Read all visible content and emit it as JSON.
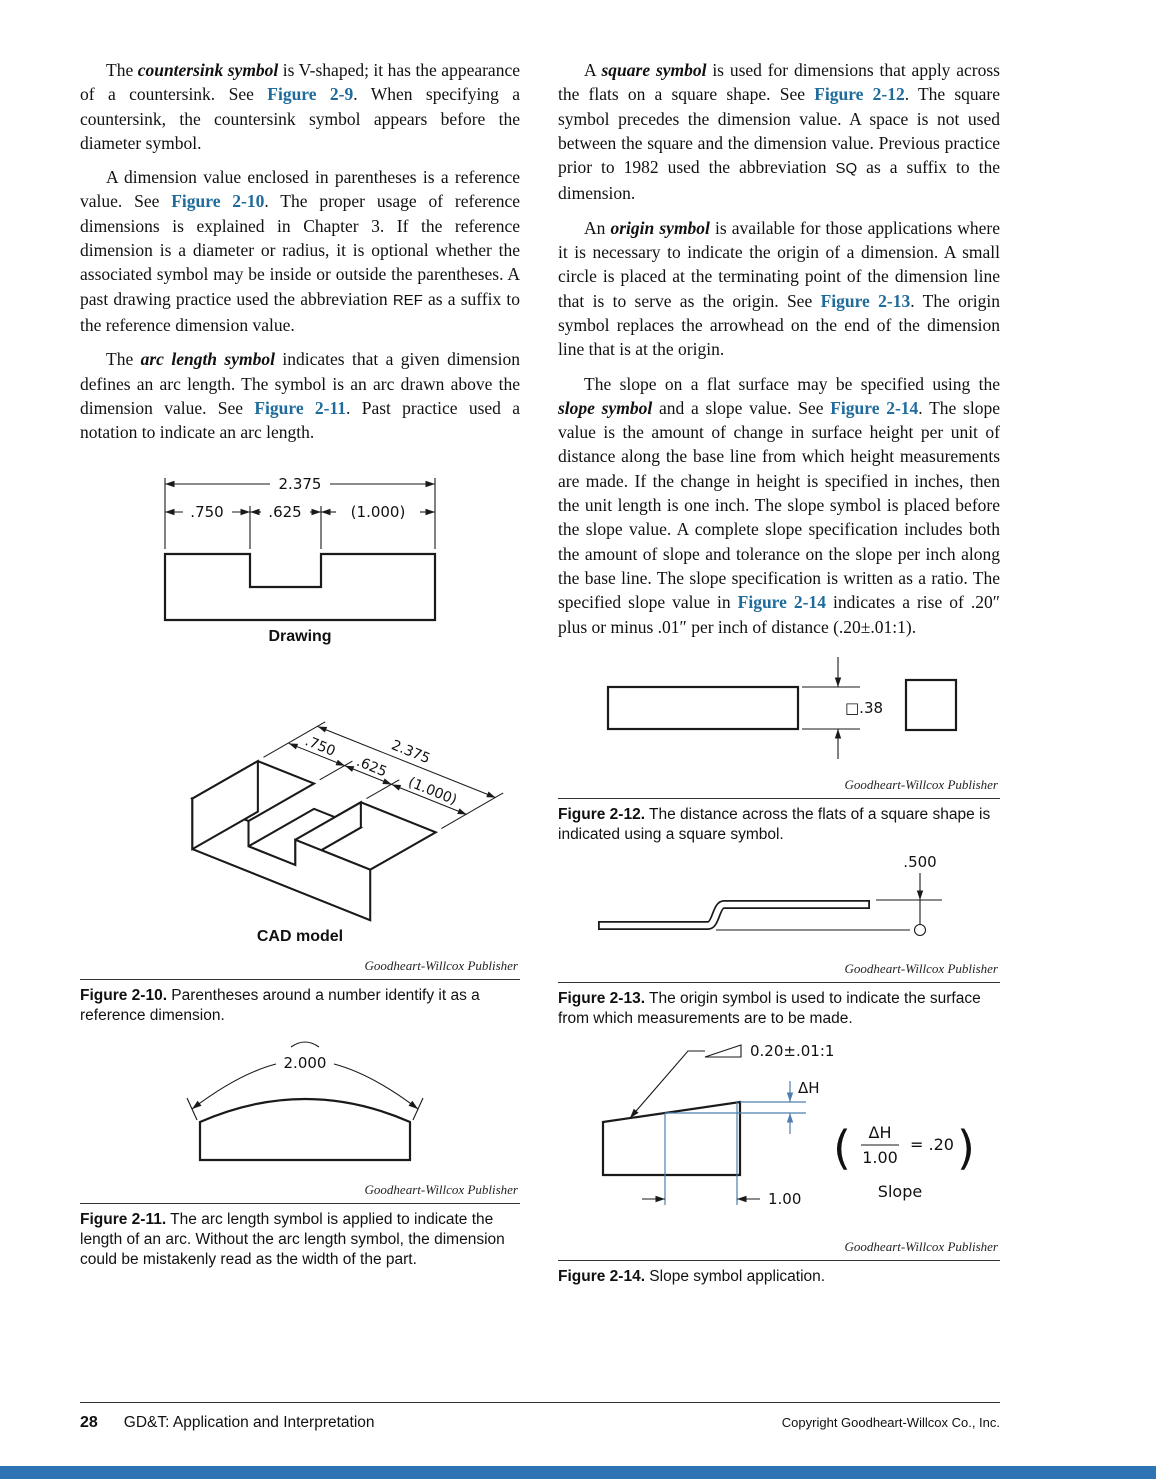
{
  "left_column": {
    "para_countersink": [
      {
        "t": "The "
      },
      {
        "t": "countersink symbol",
        "s": "bi"
      },
      {
        "t": " is V-shaped; it has the appearance of a countersink. See "
      },
      {
        "t": "Figure 2-9",
        "s": "ref"
      },
      {
        "t": ". When specifying a countersink, the countersink symbol appears before the diameter symbol."
      }
    ],
    "para_reference": [
      {
        "t": "A dimension value enclosed in parentheses is a reference value. See "
      },
      {
        "t": "Figure 2-10",
        "s": "ref"
      },
      {
        "t": ". The proper usage of reference dimensions is explained in Chapter 3. If the reference dimension is a diameter or radius, it is optional whether the associated symbol may be inside or outside the parentheses. A past drawing practice used the abbreviation "
      },
      {
        "t": "REF",
        "s": "sans"
      },
      {
        "t": " as a suffix to the reference dimension value."
      }
    ],
    "para_arc_length": [
      {
        "t": "The "
      },
      {
        "t": "arc length symbol",
        "s": "bi"
      },
      {
        "t": " indicates that a given dimension defines an arc length. The symbol is an arc drawn above the dimension value. See "
      },
      {
        "t": "Figure 2-11",
        "s": "ref"
      },
      {
        "t": ". Past practice used a notation to indicate an arc length."
      }
    ]
  },
  "right_column": {
    "para_square": [
      {
        "t": "A "
      },
      {
        "t": "square symbol",
        "s": "bi"
      },
      {
        "t": " is used for dimensions that apply across the flats on a square shape. See "
      },
      {
        "t": "Figure 2-12",
        "s": "ref"
      },
      {
        "t": ". The square symbol precedes the dimension value. A space is not used between the square and the dimension value. Previous practice prior to 1982 used the abbreviation "
      },
      {
        "t": "SQ",
        "s": "sans"
      },
      {
        "t": " as a suffix to the dimension."
      }
    ],
    "para_origin": [
      {
        "t": "An "
      },
      {
        "t": "origin symbol",
        "s": "bi"
      },
      {
        "t": " is available for those applications where it is necessary to indicate the origin of a dimension. A small circle is placed at the terminating point of the dimension line that is to serve as the origin. See "
      },
      {
        "t": "Figure 2-13",
        "s": "ref"
      },
      {
        "t": ". The origin symbol replaces the arrowhead on the end of the dimension line that is at the origin."
      }
    ],
    "para_slope": [
      {
        "t": "The slope on a flat surface may be specified using the "
      },
      {
        "t": "slope symbol",
        "s": "bi"
      },
      {
        "t": " and a slope value. See "
      },
      {
        "t": "Figure 2-14",
        "s": "ref"
      },
      {
        "t": ". The slope value is the amount of change in surface height per unit of distance along the base line from which height measurements are made. If the change in height is specified in inches, then the unit length is one inch. The slope symbol is placed before the slope value. A complete slope specification includes both the amount of slope and tolerance on the slope per inch along the base line. The slope specification is written as a ratio. The specified slope value in "
      },
      {
        "t": "Figure 2-14",
        "s": "ref"
      },
      {
        "t": " indicates a rise of .20″ plus or minus .01″ per inch of distance (.20±.01:1)."
      }
    ]
  },
  "figures": {
    "fig10": {
      "drawing_label": "Drawing",
      "cad_label": "CAD model",
      "dims": {
        "overall": "2.375",
        "a": ".750",
        "b": ".625",
        "ref": "(1.000)"
      },
      "credit": "Goodheart-Willcox Publisher",
      "caption": [
        {
          "t": "Figure 2-10.",
          "s": "b"
        },
        {
          "t": " Parentheses around a number identify it as a reference dimension."
        }
      ]
    },
    "fig11": {
      "dim": "2.000",
      "credit": "Goodheart-Willcox Publisher",
      "caption": [
        {
          "t": "Figure 2-11.",
          "s": "b"
        },
        {
          "t": " The arc length symbol is applied to indicate the length of an arc. Without the arc length symbol, the dimension could be mistakenly read as the width of the part."
        }
      ]
    },
    "fig12": {
      "dim": "□.38",
      "credit": "Goodheart-Willcox Publisher",
      "caption": [
        {
          "t": "Figure 2-12.",
          "s": "b"
        },
        {
          "t": " The distance across the flats of a square shape is indicated using a square symbol."
        }
      ]
    },
    "fig13": {
      "dim": ".500",
      "credit": "Goodheart-Willcox Publisher",
      "caption": [
        {
          "t": "Figure 2-13.",
          "s": "b"
        },
        {
          "t": " The origin symbol is used to indicate the surface from which measurements are to be made."
        }
      ]
    },
    "fig14": {
      "slope_spec": "0.20±.01:1",
      "delta_h": "ΔH",
      "run": "1.00",
      "eq": {
        "open_paren": "(",
        "num": "ΔH",
        "den": "1.00",
        "result": "= .20",
        "close_paren": ")"
      },
      "slope_label": "Slope",
      "credit": "Goodheart-Willcox Publisher",
      "caption": [
        {
          "t": "Figure 2-14.",
          "s": "b"
        },
        {
          "t": " Slope symbol application."
        }
      ]
    }
  },
  "footer": {
    "page_number": "28",
    "book_title": "GD&T: Application and Interpretation",
    "copyright": "Copyright Goodheart-Willcox Co., Inc."
  }
}
